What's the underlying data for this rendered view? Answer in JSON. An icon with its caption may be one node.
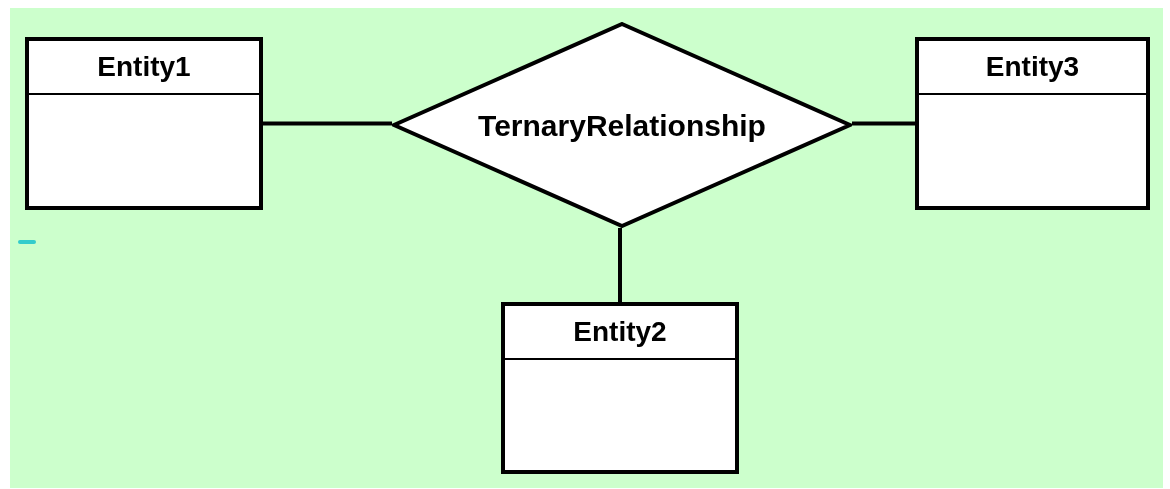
{
  "diagram": {
    "nodes": [
      {
        "text": [
          "Entity1"
        ]
      },
      {
        "text": [
          "TernaryRelationship"
        ]
      },
      {
        "text": [
          "Entity3"
        ]
      },
      {
        "text": [
          "Entity2"
        ]
      }
    ],
    "edges": [
      {
        "from": 0,
        "to": 1,
        "arrow": "none"
      },
      {
        "from": 1,
        "to": 2,
        "arrow": "none"
      },
      {
        "from": 1,
        "to": 3,
        "arrow": "none"
      }
    ]
  }
}
